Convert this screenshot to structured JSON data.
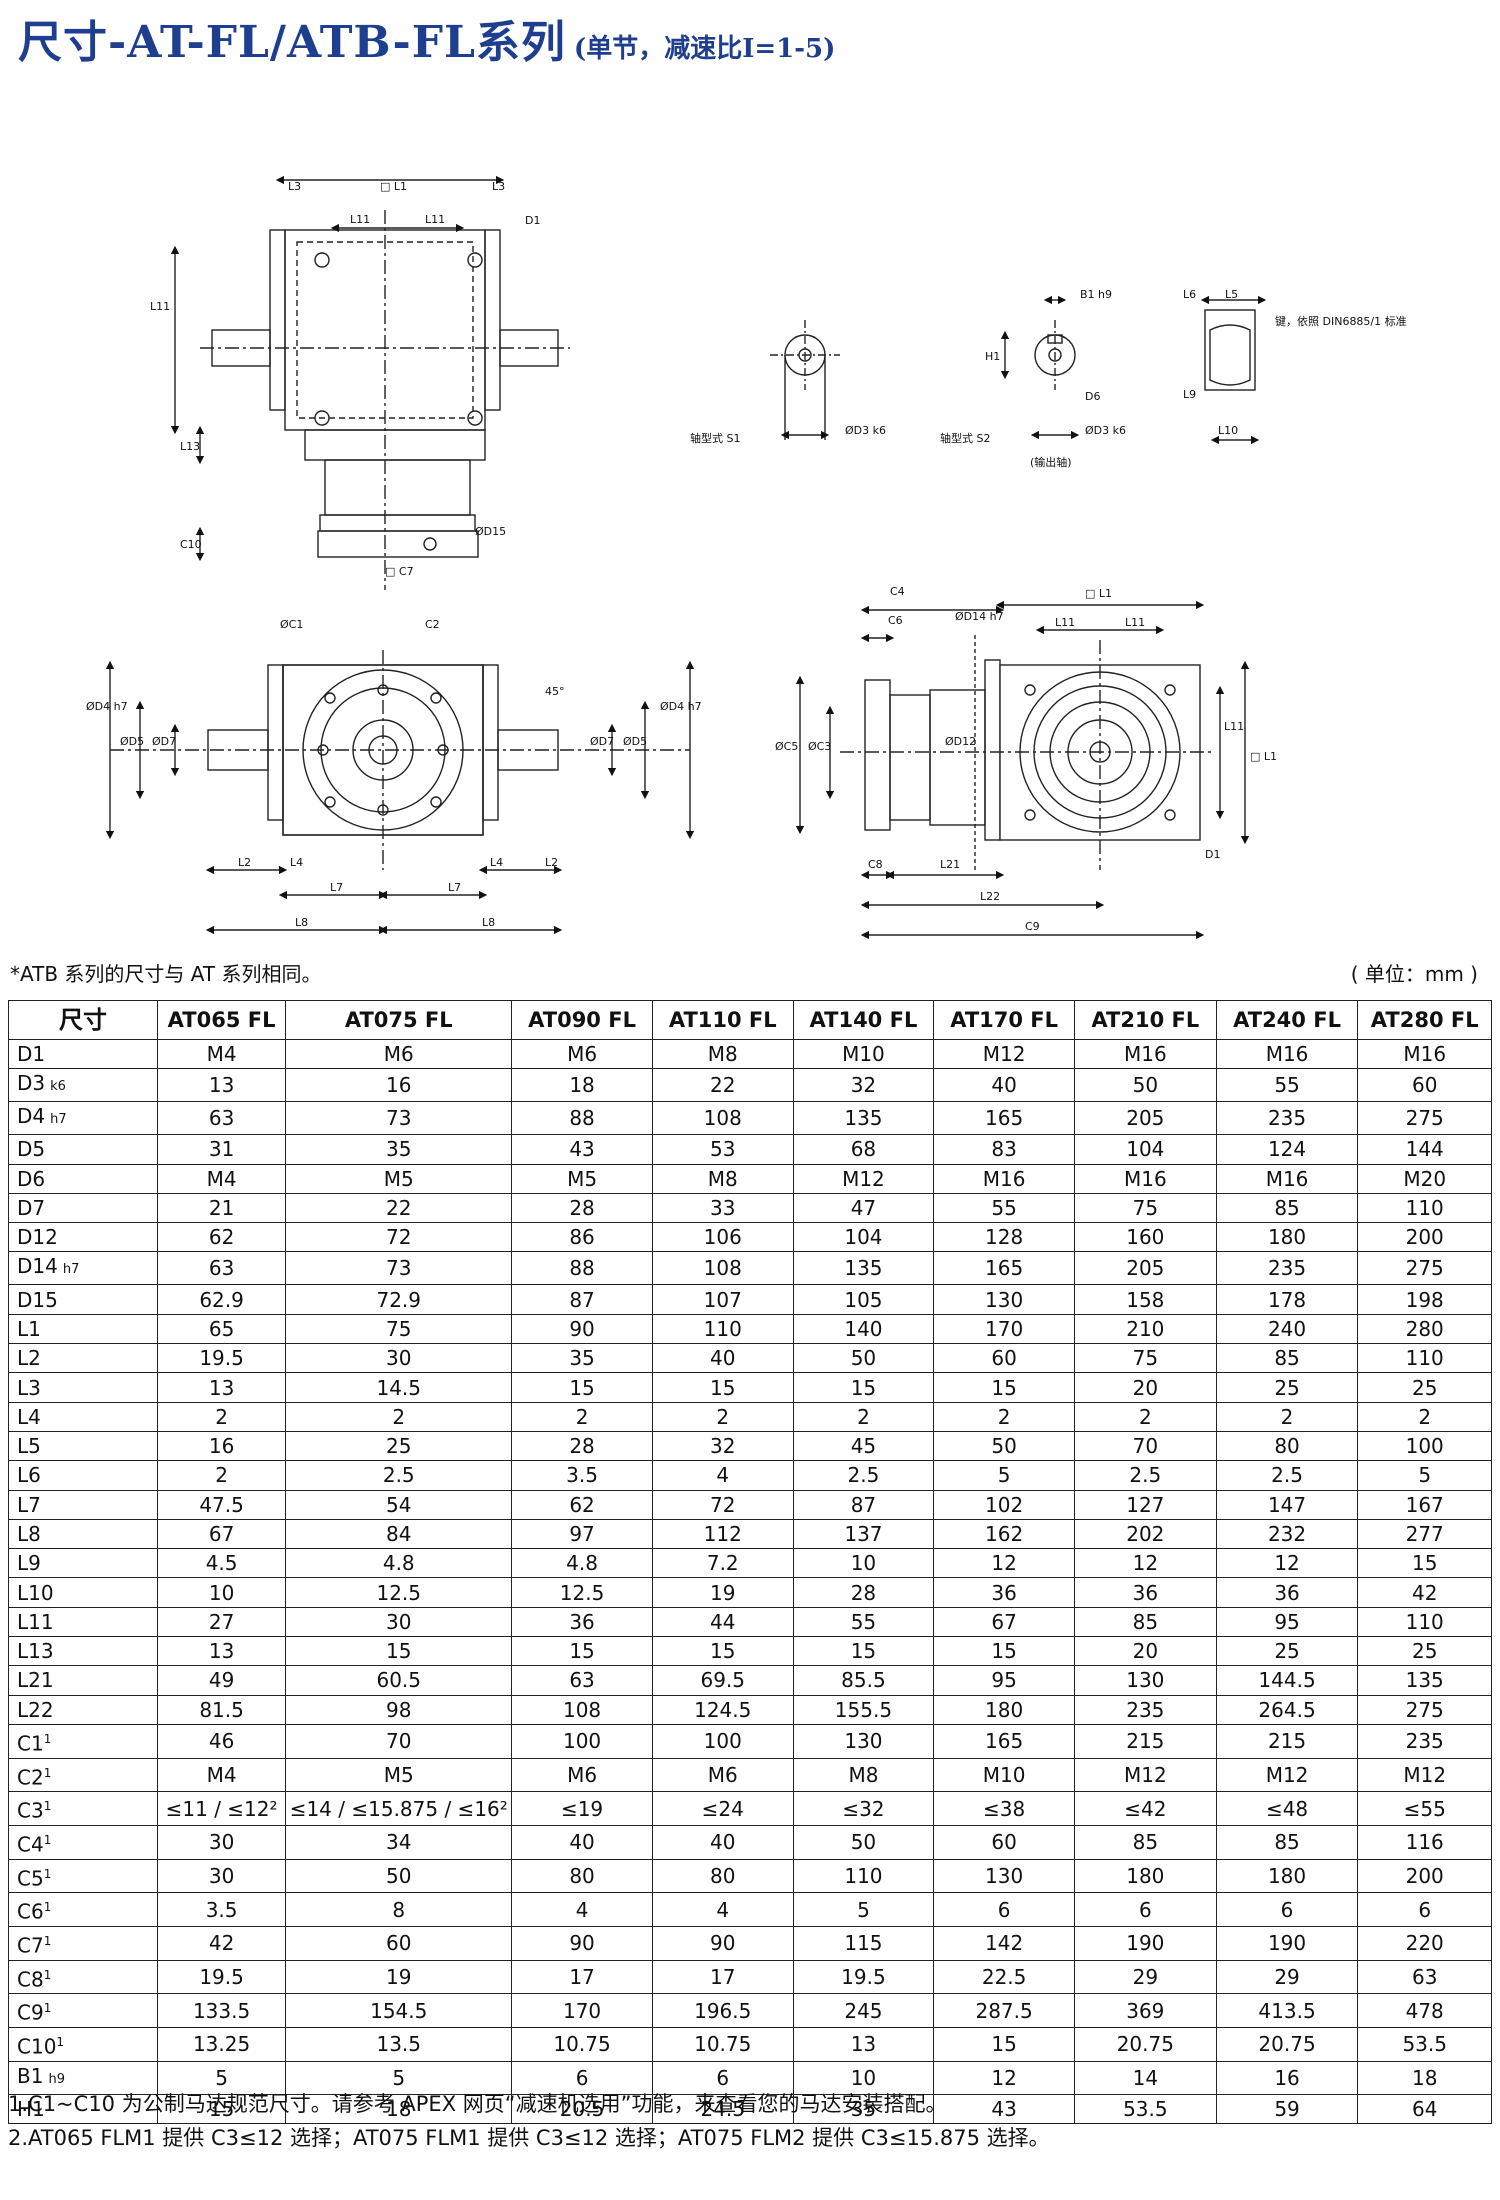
{
  "title": {
    "main": "尺寸-AT-FL/ATB-FL系列",
    "sub": "(单节，减速比I=1-5)"
  },
  "drawing_labels": {
    "L3": "L3",
    "L1": "□ L1",
    "L11": "L11",
    "D1": "D1",
    "L13": "L13",
    "D15": "ØD15",
    "C10": "C10",
    "C7": "□ C7",
    "C1": "ØC1",
    "C2": "C2",
    "deg": "45°",
    "D4": "ØD4 h7",
    "D5": "ØD5",
    "D7": "ØD7",
    "L2": "L2",
    "L4": "L4",
    "L7": "L7",
    "L8": "L8",
    "shaft_s1": "轴型式 S1",
    "shaft_s2": "轴型式 S2",
    "output": "(输出轴)",
    "D3": "ØD3 k6",
    "B1": "B1 h9",
    "H1": "H1",
    "D6": "D6",
    "L5": "L5",
    "L6": "L6",
    "L9": "L9",
    "L10": "L10",
    "key": "键，依照 DIN6885/1 标准",
    "C4": "C4",
    "C6": "C6",
    "D14": "ØD14 h7",
    "C5": "ØC5",
    "C3": "ØC3",
    "D12": "ØD12",
    "C8": "C8",
    "L21": "L21",
    "L22": "L22",
    "C9": "C9"
  },
  "note_top": "*ATB 系列的尺寸与 AT 系列相同。",
  "unit": "( 单位：mm )",
  "table": {
    "headers": [
      "尺寸",
      "AT065 FL",
      "AT075 FL",
      "AT090 FL",
      "AT110 FL",
      "AT140 FL",
      "AT170 FL",
      "AT210 FL",
      "AT240 FL",
      "AT280 FL"
    ],
    "rows": [
      {
        "label": "D1",
        "sub": "",
        "sup": "",
        "values": [
          "M4",
          "M6",
          "M6",
          "M8",
          "M10",
          "M12",
          "M16",
          "M16",
          "M16"
        ]
      },
      {
        "label": "D3",
        "sub": "k6",
        "sup": "",
        "values": [
          "13",
          "16",
          "18",
          "22",
          "32",
          "40",
          "50",
          "55",
          "60"
        ]
      },
      {
        "label": "D4",
        "sub": "h7",
        "sup": "",
        "values": [
          "63",
          "73",
          "88",
          "108",
          "135",
          "165",
          "205",
          "235",
          "275"
        ]
      },
      {
        "label": "D5",
        "sub": "",
        "sup": "",
        "values": [
          "31",
          "35",
          "43",
          "53",
          "68",
          "83",
          "104",
          "124",
          "144"
        ]
      },
      {
        "label": "D6",
        "sub": "",
        "sup": "",
        "values": [
          "M4",
          "M5",
          "M5",
          "M8",
          "M12",
          "M16",
          "M16",
          "M16",
          "M20"
        ]
      },
      {
        "label": "D7",
        "sub": "",
        "sup": "",
        "values": [
          "21",
          "22",
          "28",
          "33",
          "47",
          "55",
          "75",
          "85",
          "110"
        ]
      },
      {
        "label": "D12",
        "sub": "",
        "sup": "",
        "values": [
          "62",
          "72",
          "86",
          "106",
          "104",
          "128",
          "160",
          "180",
          "200"
        ]
      },
      {
        "label": "D14",
        "sub": "h7",
        "sup": "",
        "values": [
          "63",
          "73",
          "88",
          "108",
          "135",
          "165",
          "205",
          "235",
          "275"
        ]
      },
      {
        "label": "D15",
        "sub": "",
        "sup": "",
        "values": [
          "62.9",
          "72.9",
          "87",
          "107",
          "105",
          "130",
          "158",
          "178",
          "198"
        ]
      },
      {
        "label": "L1",
        "sub": "",
        "sup": "",
        "values": [
          "65",
          "75",
          "90",
          "110",
          "140",
          "170",
          "210",
          "240",
          "280"
        ]
      },
      {
        "label": "L2",
        "sub": "",
        "sup": "",
        "values": [
          "19.5",
          "30",
          "35",
          "40",
          "50",
          "60",
          "75",
          "85",
          "110"
        ]
      },
      {
        "label": "L3",
        "sub": "",
        "sup": "",
        "values": [
          "13",
          "14.5",
          "15",
          "15",
          "15",
          "15",
          "20",
          "25",
          "25"
        ]
      },
      {
        "label": "L4",
        "sub": "",
        "sup": "",
        "values": [
          "2",
          "2",
          "2",
          "2",
          "2",
          "2",
          "2",
          "2",
          "2"
        ]
      },
      {
        "label": "L5",
        "sub": "",
        "sup": "",
        "values": [
          "16",
          "25",
          "28",
          "32",
          "45",
          "50",
          "70",
          "80",
          "100"
        ]
      },
      {
        "label": "L6",
        "sub": "",
        "sup": "",
        "values": [
          "2",
          "2.5",
          "3.5",
          "4",
          "2.5",
          "5",
          "2.5",
          "2.5",
          "5"
        ]
      },
      {
        "label": "L7",
        "sub": "",
        "sup": "",
        "values": [
          "47.5",
          "54",
          "62",
          "72",
          "87",
          "102",
          "127",
          "147",
          "167"
        ]
      },
      {
        "label": "L8",
        "sub": "",
        "sup": "",
        "values": [
          "67",
          "84",
          "97",
          "112",
          "137",
          "162",
          "202",
          "232",
          "277"
        ]
      },
      {
        "label": "L9",
        "sub": "",
        "sup": "",
        "values": [
          "4.5",
          "4.8",
          "4.8",
          "7.2",
          "10",
          "12",
          "12",
          "12",
          "15"
        ]
      },
      {
        "label": "L10",
        "sub": "",
        "sup": "",
        "values": [
          "10",
          "12.5",
          "12.5",
          "19",
          "28",
          "36",
          "36",
          "36",
          "42"
        ]
      },
      {
        "label": "L11",
        "sub": "",
        "sup": "",
        "values": [
          "27",
          "30",
          "36",
          "44",
          "55",
          "67",
          "85",
          "95",
          "110"
        ]
      },
      {
        "label": "L13",
        "sub": "",
        "sup": "",
        "values": [
          "13",
          "15",
          "15",
          "15",
          "15",
          "15",
          "20",
          "25",
          "25"
        ]
      },
      {
        "label": "L21",
        "sub": "",
        "sup": "",
        "values": [
          "49",
          "60.5",
          "63",
          "69.5",
          "85.5",
          "95",
          "130",
          "144.5",
          "135"
        ]
      },
      {
        "label": "L22",
        "sub": "",
        "sup": "",
        "values": [
          "81.5",
          "98",
          "108",
          "124.5",
          "155.5",
          "180",
          "235",
          "264.5",
          "275"
        ]
      },
      {
        "label": "C1",
        "sub": "",
        "sup": "1",
        "values": [
          "46",
          "70",
          "100",
          "100",
          "130",
          "165",
          "215",
          "215",
          "235"
        ]
      },
      {
        "label": "C2",
        "sub": "",
        "sup": "1",
        "values": [
          "M4",
          "M5",
          "M6",
          "M6",
          "M8",
          "M10",
          "M12",
          "M12",
          "M12"
        ]
      },
      {
        "label": "C3",
        "sub": "",
        "sup": "1",
        "values": [
          "≤11 / ≤12²",
          "≤14 / ≤15.875 / ≤16²",
          "≤19",
          "≤24",
          "≤32",
          "≤38",
          "≤42",
          "≤48",
          "≤55"
        ]
      },
      {
        "label": "C4",
        "sub": "",
        "sup": "1",
        "values": [
          "30",
          "34",
          "40",
          "40",
          "50",
          "60",
          "85",
          "85",
          "116"
        ]
      },
      {
        "label": "C5",
        "sub": "",
        "sup": "1",
        "values": [
          "30",
          "50",
          "80",
          "80",
          "110",
          "130",
          "180",
          "180",
          "200"
        ]
      },
      {
        "label": "C6",
        "sub": "",
        "sup": "1",
        "values": [
          "3.5",
          "8",
          "4",
          "4",
          "5",
          "6",
          "6",
          "6",
          "6"
        ]
      },
      {
        "label": "C7",
        "sub": "",
        "sup": "1",
        "values": [
          "42",
          "60",
          "90",
          "90",
          "115",
          "142",
          "190",
          "190",
          "220"
        ]
      },
      {
        "label": "C8",
        "sub": "",
        "sup": "1",
        "values": [
          "19.5",
          "19",
          "17",
          "17",
          "19.5",
          "22.5",
          "29",
          "29",
          "63"
        ]
      },
      {
        "label": "C9",
        "sub": "",
        "sup": "1",
        "values": [
          "133.5",
          "154.5",
          "170",
          "196.5",
          "245",
          "287.5",
          "369",
          "413.5",
          "478"
        ]
      },
      {
        "label": "C10",
        "sub": "",
        "sup": "1",
        "values": [
          "13.25",
          "13.5",
          "10.75",
          "10.75",
          "13",
          "15",
          "20.75",
          "20.75",
          "53.5"
        ]
      },
      {
        "label": "B1",
        "sub": "h9",
        "sup": "",
        "values": [
          "5",
          "5",
          "6",
          "6",
          "10",
          "12",
          "14",
          "16",
          "18"
        ]
      },
      {
        "label": "H1",
        "sub": "",
        "sup": "",
        "values": [
          "15",
          "18",
          "20.5",
          "24.5",
          "35",
          "43",
          "53.5",
          "59",
          "64"
        ]
      }
    ]
  },
  "footnotes": [
    "1.C1~C10 为公制马达规范尺寸。请参考 APEX 网页“减速机选用”功能，来查看您的马达安装搭配。",
    "2.AT065 FLM1 提供 C3≤12 选择；AT075 FLM1 提供 C3≤12 选择；AT075 FLM2 提供 C3≤15.875 选择。"
  ]
}
